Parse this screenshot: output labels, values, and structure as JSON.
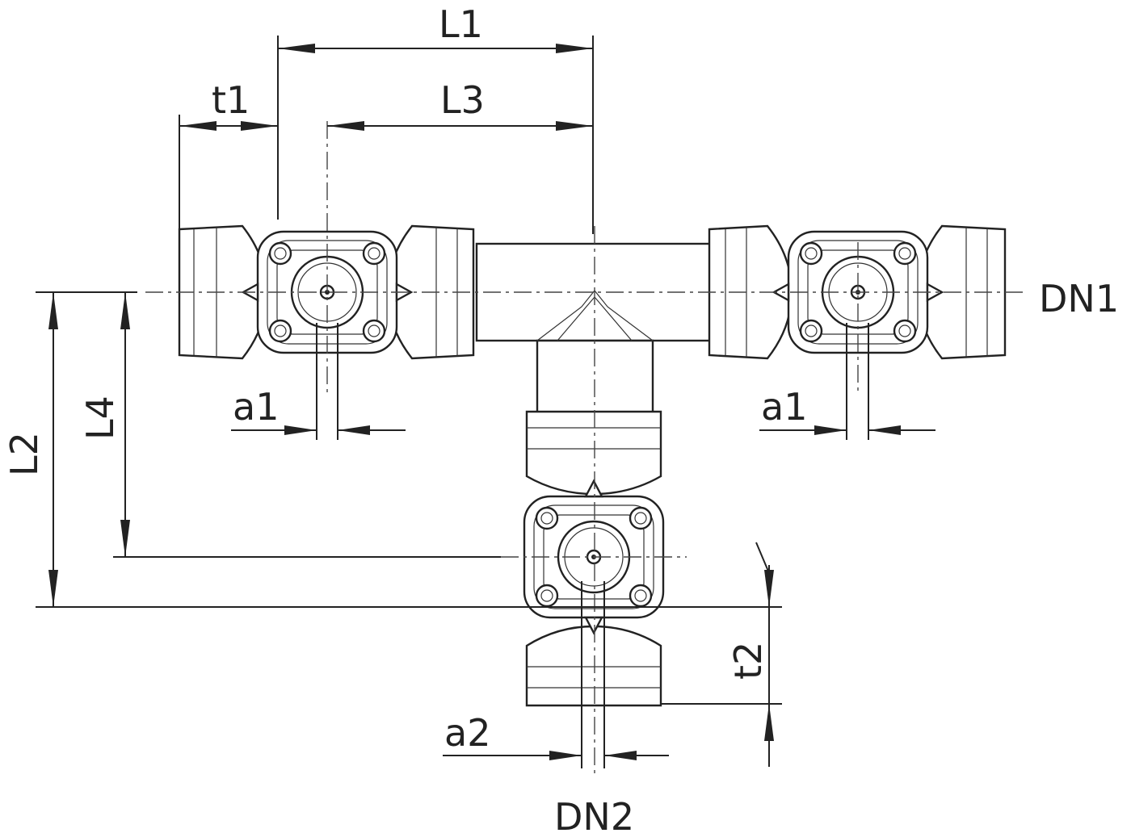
{
  "labels": {
    "L1": "L1",
    "L2": "L2",
    "L3": "L3",
    "L4": "L4",
    "t1": "t1",
    "t2": "t2",
    "a1_left": "a1",
    "a1_right": "a1",
    "a2": "a2",
    "DN1": "DN1",
    "DN2": "DN2"
  },
  "colors": {
    "line": "#222222",
    "background": "#ffffff"
  }
}
